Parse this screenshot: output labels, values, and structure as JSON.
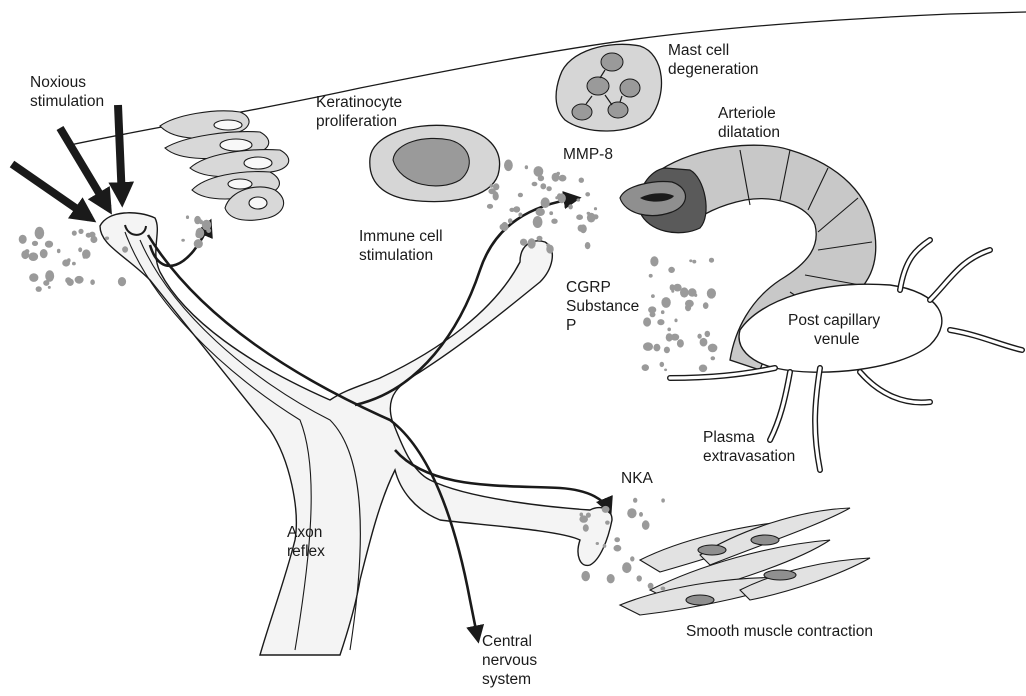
{
  "labels": {
    "noxious_stimulation": [
      "Noxious",
      "stimulation"
    ],
    "keratinocyte": [
      "Keratinocyte",
      "proliferation"
    ],
    "mast_cell": [
      "Mast cell",
      "degeneration"
    ],
    "arteriole": [
      "Arteriole",
      "dilatation"
    ],
    "mmp8": "MMP-8",
    "immune_cell": [
      "Immune cell",
      "stimulation"
    ],
    "cgrp": [
      "CGRP",
      "Substance",
      "P"
    ],
    "post_capillary": [
      "Post capillary",
      "venule"
    ],
    "plasma": [
      "Plasma",
      "extravasation"
    ],
    "nka": "NKA",
    "axon_reflex": [
      "Axon",
      "reflex"
    ],
    "smooth_muscle": "Smooth muscle contraction",
    "cns": [
      "Central",
      "nervous",
      "system"
    ]
  },
  "colors": {
    "ink": "#1a1a1a",
    "fill_light": "#f0f0f0",
    "fill_mid": "#c8c8c8",
    "fill_dark": "#8f8f8f",
    "vessel_outer": "#5a5a5a",
    "granule": "#9a9a9a"
  }
}
